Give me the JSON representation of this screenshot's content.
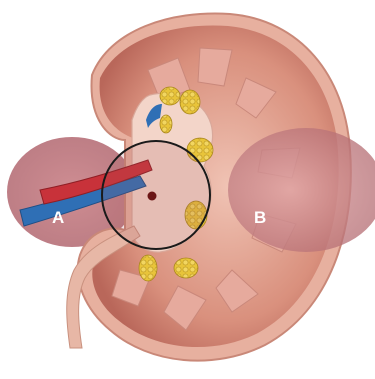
{
  "diagram": {
    "subject": "kidney-cross-section",
    "labels": {
      "a": "A",
      "b": "B"
    },
    "colors": {
      "background": "#ffffff",
      "capsule": "#e9b3a3",
      "cortex": "#d98b7a",
      "medulla_pyramid": "#e2a59a",
      "pelvis": "#f2d6cc",
      "fat": "#e8c43a",
      "artery": "#c8323a",
      "vein": "#2f6fb5",
      "ureter": "#e7b7a6",
      "overlay_circle": "#a8525a",
      "target_circle_stroke": "#1a1a1a",
      "dot": "#6b1616"
    }
  }
}
